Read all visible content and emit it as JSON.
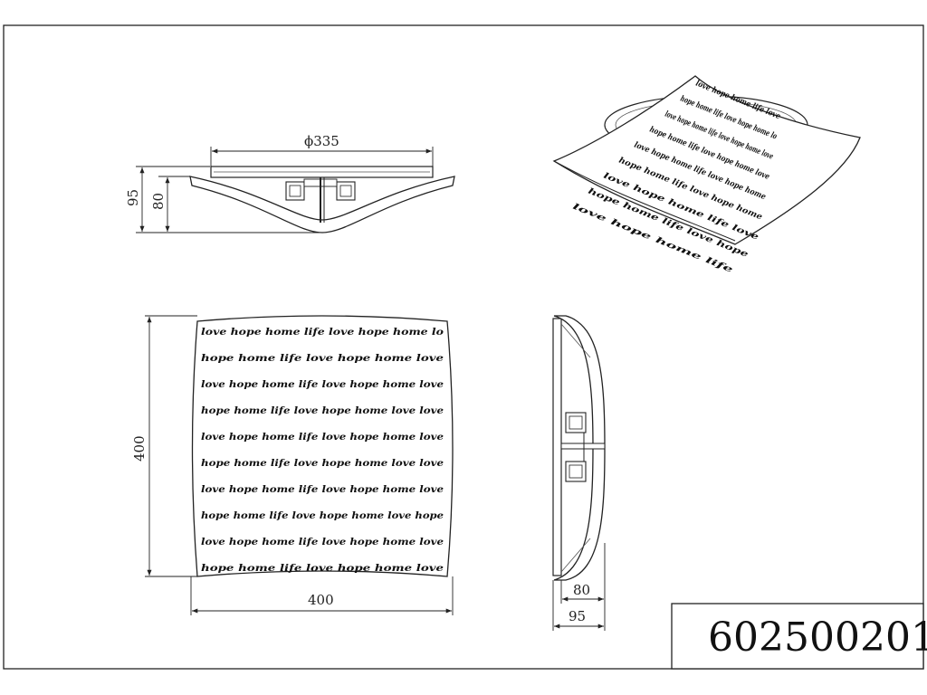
{
  "drawing": {
    "model_number": "602500201",
    "front_view": {
      "diameter_label": "ϕ335",
      "height_total": "95",
      "height_shade": "80"
    },
    "top_view": {
      "width": "400",
      "height": "400"
    },
    "side_view": {
      "depth_shade": "80",
      "depth_total": "95"
    },
    "pattern": {
      "rows": [
        "love hope home life love hope home lo",
        "hope home life love hope home love",
        "love hope home life love hope home love",
        "hope home life love hope home love love",
        "love hope home life love hope home love",
        "hope home life love hope home love love",
        "love hope home life love hope home love",
        "hope home life love hope home love hope",
        "love hope home life love hope home love",
        "hope home life love hope home love"
      ],
      "iso_rows": [
        "love hope home life love",
        "hope home life love hope home lo",
        "love hope home life love hope home love",
        "hope home life love hope home love",
        "love hope home life love hope home",
        "hope home life love hope home",
        "love hope home life love",
        "hope home life love hope",
        "love hope home life"
      ]
    }
  }
}
